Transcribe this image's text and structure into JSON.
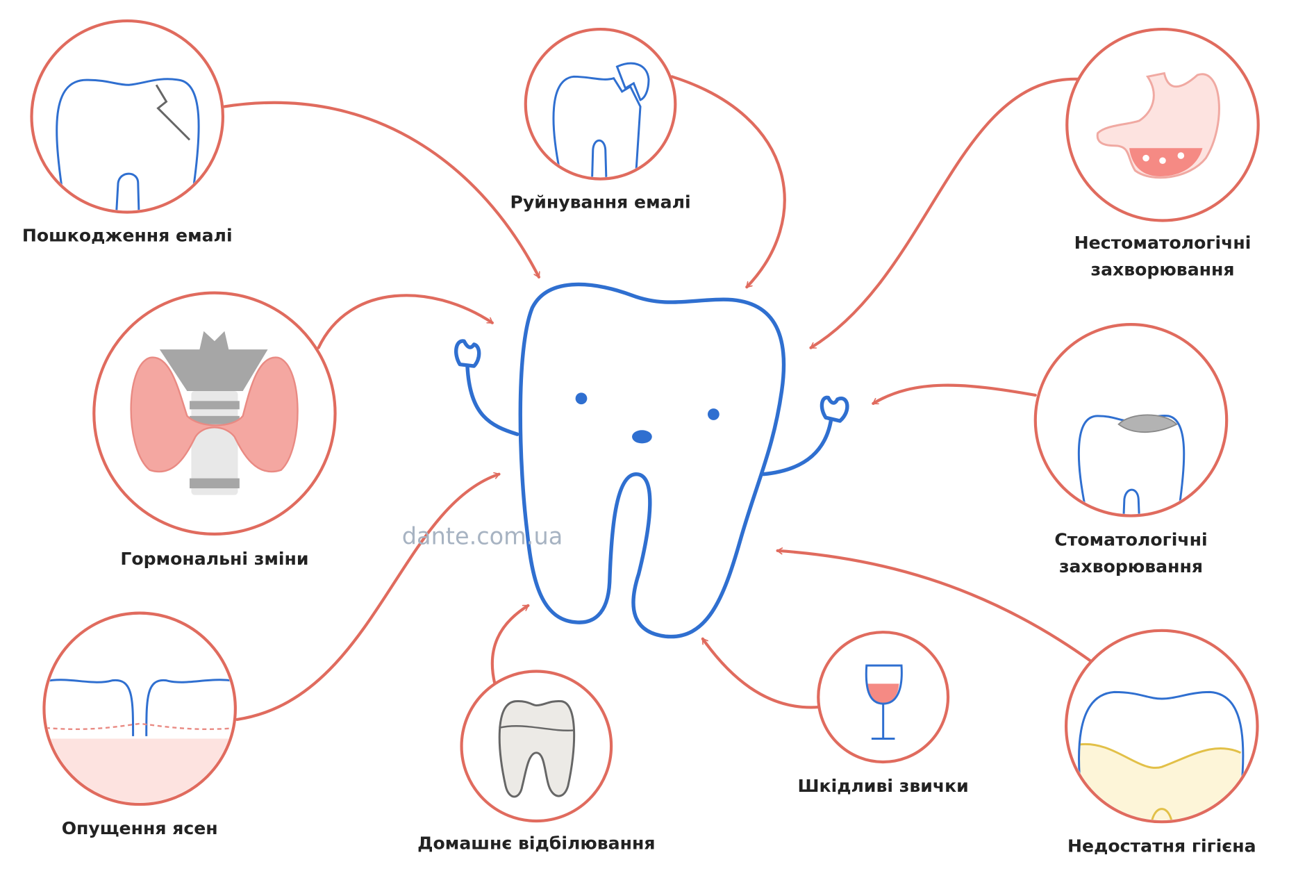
{
  "title_watermark": "dante.com.ua",
  "colors": {
    "accent": "#e06b5e",
    "tooth_outline": "#2f6fd0",
    "watermark": "#a7b3c2"
  },
  "causes": [
    {
      "id": "enamel-damage",
      "lines": [
        "Пошкодження емалі"
      ],
      "icon": "cracked-tooth-icon"
    },
    {
      "id": "enamel-destruction",
      "lines": [
        "Руйнування емалі"
      ],
      "icon": "broken-tooth-icon"
    },
    {
      "id": "non-dental-diseases",
      "lines": [
        "Нестоматологічні",
        "захворювання"
      ],
      "icon": "stomach-icon"
    },
    {
      "id": "hormonal-changes",
      "lines": [
        "Гормональні зміни"
      ],
      "icon": "thyroid-icon"
    },
    {
      "id": "dental-diseases",
      "lines": [
        "Стоматологічні",
        "захворювання"
      ],
      "icon": "filled-tooth-icon"
    },
    {
      "id": "gum-recession",
      "lines": [
        "Опущення ясен"
      ],
      "icon": "gums-icon"
    },
    {
      "id": "home-whitening",
      "lines": [
        "Домашнє відбілювання"
      ],
      "icon": "whitened-tooth-icon"
    },
    {
      "id": "bad-habits",
      "lines": [
        "Шкідливі звички"
      ],
      "icon": "wine-glass-icon"
    },
    {
      "id": "poor-hygiene",
      "lines": [
        "Недостатня гігієна"
      ],
      "icon": "plaque-tooth-icon"
    }
  ]
}
